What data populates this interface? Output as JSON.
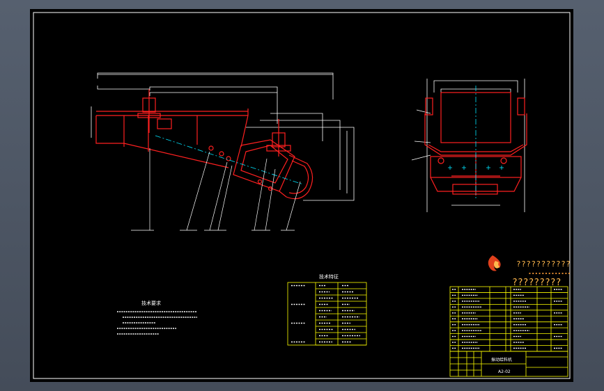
{
  "watermark": {
    "line1": "???????????",
    "line2": "?????????"
  },
  "tables": {
    "tech_title": "技术特征",
    "requirements_title": "技术要求",
    "title_block_name": "振动给料机",
    "title_block_code": "A2-02"
  },
  "colors": {
    "background": "#000000",
    "outline": "#ff2020",
    "dimension": "#ffffff",
    "center": "#00e5ff",
    "table": "#ffff00",
    "watermark": "#ffb84d"
  }
}
